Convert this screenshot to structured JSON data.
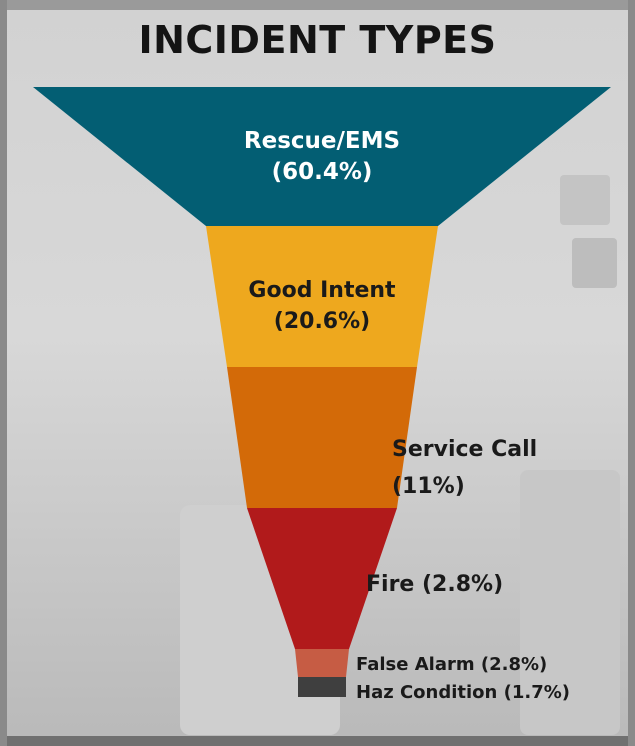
{
  "chart_data": {
    "type": "funnel",
    "title": "INCIDENT TYPES",
    "categories": [
      "Rescue/EMS",
      "Good Intent",
      "Service Call",
      "Fire",
      "False Alarm",
      "Haz Condition"
    ],
    "values": [
      60.4,
      20.6,
      11,
      2.8,
      2.8,
      1.7
    ],
    "labels": [
      [
        "Rescue/EMS",
        "(60.4%)"
      ],
      [
        "Good Intent",
        "(20.6%)"
      ],
      [
        "Service Call",
        "(11%)"
      ],
      [
        "Fire (2.8%)"
      ],
      [
        "False Alarm (2.8%)"
      ],
      [
        "Haz Condition (1.7%)"
      ]
    ],
    "colors": [
      "#035E73",
      "#EEA81E",
      "#D36A08",
      "#B11A1B",
      "#C65C44",
      "#3F3F3F"
    ],
    "label_colors": [
      "#FFFFFF",
      "#1A1A1A",
      "#1A1A1A",
      "#1A1A1A",
      "#1A1A1A",
      "#1A1A1A"
    ]
  }
}
